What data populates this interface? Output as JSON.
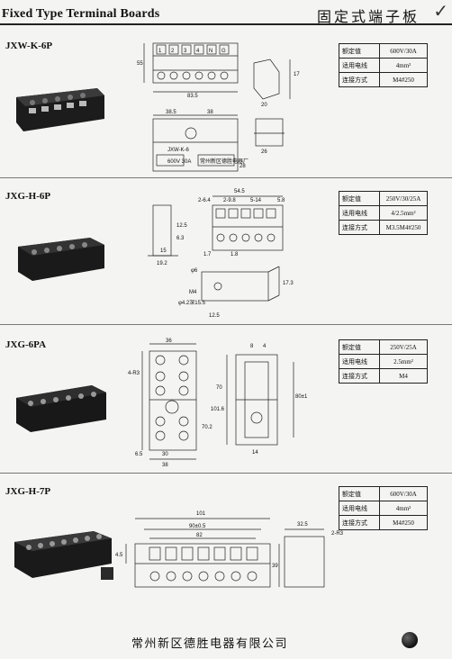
{
  "header": {
    "title_en": "Fixed Type Terminal Boards",
    "title_cn": "固定式端子板"
  },
  "sections": [
    {
      "model": "JXW-K-6P",
      "specs": [
        {
          "k": "额定值",
          "v": "600V/30A"
        },
        {
          "k": "适用电线",
          "v": "4mm²"
        },
        {
          "k": "连接方式",
          "v": "M4#250"
        }
      ],
      "dims": {
        "a": "55",
        "b": "83.5",
        "c": "38.5",
        "d": "38",
        "e": "17",
        "f": "20",
        "g": "26",
        "h": "28",
        "t1": "1",
        "t2": "2",
        "t3": "3",
        "t4": "4",
        "t5": "N",
        "t6": "G",
        "plate1": "JXW-K-6",
        "plate2": "600V 30A",
        "plate3": "常州新区德胜电器厂"
      }
    },
    {
      "model": "JXG-H-6P",
      "specs": [
        {
          "k": "额定值",
          "v": "250V/30/25A"
        },
        {
          "k": "适用电线",
          "v": "4/2.5mm²"
        },
        {
          "k": "连接方式",
          "v": "M3.5M4#250"
        }
      ],
      "dims": {
        "a": "54.5",
        "b": "2-6.4",
        "c": "2-9.8",
        "d": "5-14",
        "e": "5.8",
        "f": "12.5",
        "g": "6.3",
        "h": "15",
        "i": "19.2",
        "j": "1.7",
        "k": "1.8",
        "l": "φ6",
        "m": "M4",
        "n": "φ4.2深15.5",
        "o": "17.3",
        "p": "12.5"
      }
    },
    {
      "model": "JXG-6PA",
      "specs": [
        {
          "k": "额定值",
          "v": "250V/25A"
        },
        {
          "k": "适用电线",
          "v": "2.5mm²"
        },
        {
          "k": "连接方式",
          "v": "M4"
        }
      ],
      "dims": {
        "a": "36",
        "b": "4-R3",
        "c": "30",
        "d": "38",
        "e": "70.2",
        "f": "101.6",
        "g": "6.5",
        "h": "80±1",
        "i": "8",
        "j": "4",
        "k": "14",
        "l": "70"
      }
    },
    {
      "model": "JXG-H-7P",
      "specs": [
        {
          "k": "额定值",
          "v": "600V/30A"
        },
        {
          "k": "适用电线",
          "v": "4mm²"
        },
        {
          "k": "连接方式",
          "v": "M4#250"
        }
      ],
      "dims": {
        "a": "101",
        "b": "90±0.5",
        "c": "82",
        "d": "4.5",
        "e": "39",
        "f": "32.5",
        "g": "2-R3"
      }
    }
  ],
  "footer": {
    "company": "常州新区德胜电器有限公司"
  }
}
